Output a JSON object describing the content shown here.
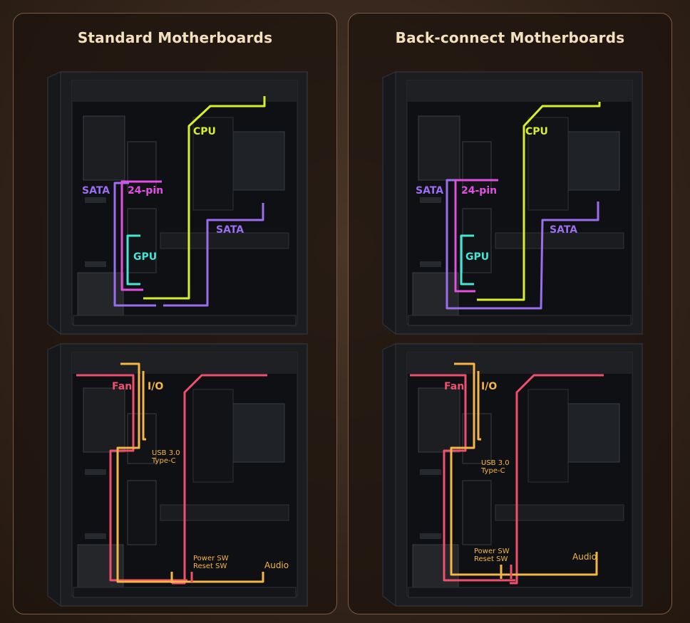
{
  "colors": {
    "background": "#33241a",
    "panel_border": "#7a5a46",
    "title": "#f2e0bf",
    "sata": "#9b6ef0",
    "pin24": "#e04fe0",
    "cpu": "#d8ef2c",
    "gpu": "#45e6d6",
    "fan": "#f0506e",
    "front_panel": "#f5b646"
  },
  "panels": [
    {
      "title": "Standard Motherboards",
      "top_labels": {
        "sata_left": "SATA",
        "pin24": "24-pin",
        "cpu": "CPU",
        "gpu": "GPU",
        "sata_right": "SATA"
      },
      "bottom_labels": {
        "fan": "Fan",
        "io": "I/O",
        "usb": "USB 3.0",
        "typec": "Type-C",
        "power_sw": "Power SW",
        "reset_sw": "Reset SW",
        "audio": "Audio"
      }
    },
    {
      "title": "Back-connect Motherboards",
      "top_labels": {
        "sata_left": "SATA",
        "pin24": "24-pin",
        "cpu": "CPU",
        "gpu": "GPU",
        "sata_right": "SATA"
      },
      "bottom_labels": {
        "fan": "Fan",
        "io": "I/O",
        "usb": "USB 3.0",
        "typec": "Type-C",
        "power_sw": "Power SW",
        "reset_sw": "Reset SW",
        "audio": "Audio"
      }
    }
  ]
}
